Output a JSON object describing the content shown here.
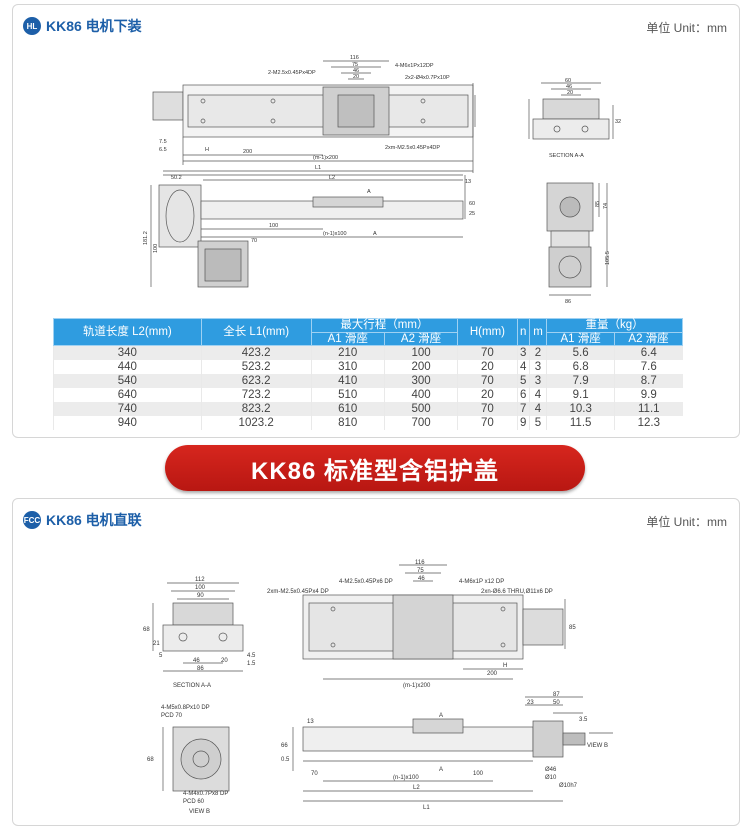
{
  "section1": {
    "badge": "HL",
    "title": "KK86 电机下装",
    "unit": "单位 Unit：mm",
    "drawing_labels": {
      "d116": "116",
      "d75": "75",
      "d46": "46",
      "d20": "20",
      "n_m2": "2-M2.5x0.45Px4DP",
      "n_m6": "4-M6x1Px12DP",
      "n_thru": "2x2-Ø4x0.7Px10P",
      "n_2xm": "2xm-M2.5x0.45Px4DP",
      "d75b": "7.5",
      "d65": "6.5",
      "dH": "H",
      "d200": "200",
      "dm1": "(m-1)x200",
      "dL1": "L1",
      "dL2": "L2",
      "d502": "50.2",
      "d13": "13",
      "d1812": "181.2",
      "d100": "100",
      "d70": "70",
      "dn1": "(n-1)x100",
      "d60": "60",
      "d25": "25",
      "dA": "A",
      "sectionAA": "SECTION A-A",
      "s60": "60",
      "s46": "46",
      "s20": "20",
      "s32": "32",
      "s85": "85",
      "s86": "86",
      "s74": "74",
      "s1055": "105.5"
    }
  },
  "table": {
    "headers": {
      "col1": "轨道长度 L2(mm)",
      "col2": "全长 L1(mm)",
      "stroke": "最大行程（mm）",
      "h": "H(mm)",
      "n": "n",
      "m": "m",
      "weight": "重量（kg）",
      "a1": "A1 滑座",
      "a2": "A2 滑座",
      "a1w": "A1 滑座",
      "a2w": "A2 滑座"
    },
    "rows": [
      [
        "340",
        "423.2",
        "210",
        "100",
        "70",
        "3",
        "2",
        "5.6",
        "6.4"
      ],
      [
        "440",
        "523.2",
        "310",
        "200",
        "20",
        "4",
        "3",
        "6.8",
        "7.6"
      ],
      [
        "540",
        "623.2",
        "410",
        "300",
        "70",
        "5",
        "3",
        "7.9",
        "8.7"
      ],
      [
        "640",
        "723.2",
        "510",
        "400",
        "20",
        "6",
        "4",
        "9.1",
        "9.9"
      ],
      [
        "740",
        "823.2",
        "610",
        "500",
        "70",
        "7",
        "4",
        "10.3",
        "11.1"
      ],
      [
        "940",
        "1023.2",
        "810",
        "700",
        "70",
        "9",
        "5",
        "11.5",
        "12.3"
      ]
    ]
  },
  "banner": "KK86 标准型含铝护盖",
  "section2": {
    "badge": "FCC",
    "title": "KK86 电机直联",
    "unit": "单位 Unit：mm",
    "drawing_labels": {
      "a112": "112",
      "a100": "100",
      "a90": "90",
      "a68": "68",
      "a21": "21",
      "a5": "5",
      "a46": "46",
      "a20": "20",
      "a86": "86",
      "a45": "4.5",
      "a15": "1.5",
      "sectionAA": "SECTION A-A",
      "b116": "116",
      "b75": "75",
      "b46": "46",
      "bm2": "4-M2.5x0.45Px6 DP",
      "bm6": "4-M6x1P x12 DP",
      "bthru": "2xn-Ø6.6 THRU,Ø11x6 DP",
      "b2xm": "2xm-M2.5x0.45Px4 DP",
      "bH": "H",
      "b200": "200",
      "bm1": "(m-1)x200",
      "b85": "85",
      "b87": "87",
      "b23": "23",
      "b50": "50",
      "b35": "3.5",
      "b13": "13",
      "b66": "66",
      "b05": "0.5",
      "b70": "70",
      "b100": "100",
      "bn1": "(n-1)x100",
      "bL2": "L2",
      "bL1": "L1",
      "bA": "A",
      "viewB": "VIEW B",
      "c_m5": "4-M5x0.8Px10 DP",
      "c_pcd70": "PCD 70",
      "c_m4": "4-M4x0.7Px8 DP",
      "c_pcd60": "PCD 60",
      "c68": "68",
      "viewB2": "VIEW B",
      "d46": "Ø46",
      "d10": "Ø10",
      "d0": "Ø10h7"
    }
  }
}
